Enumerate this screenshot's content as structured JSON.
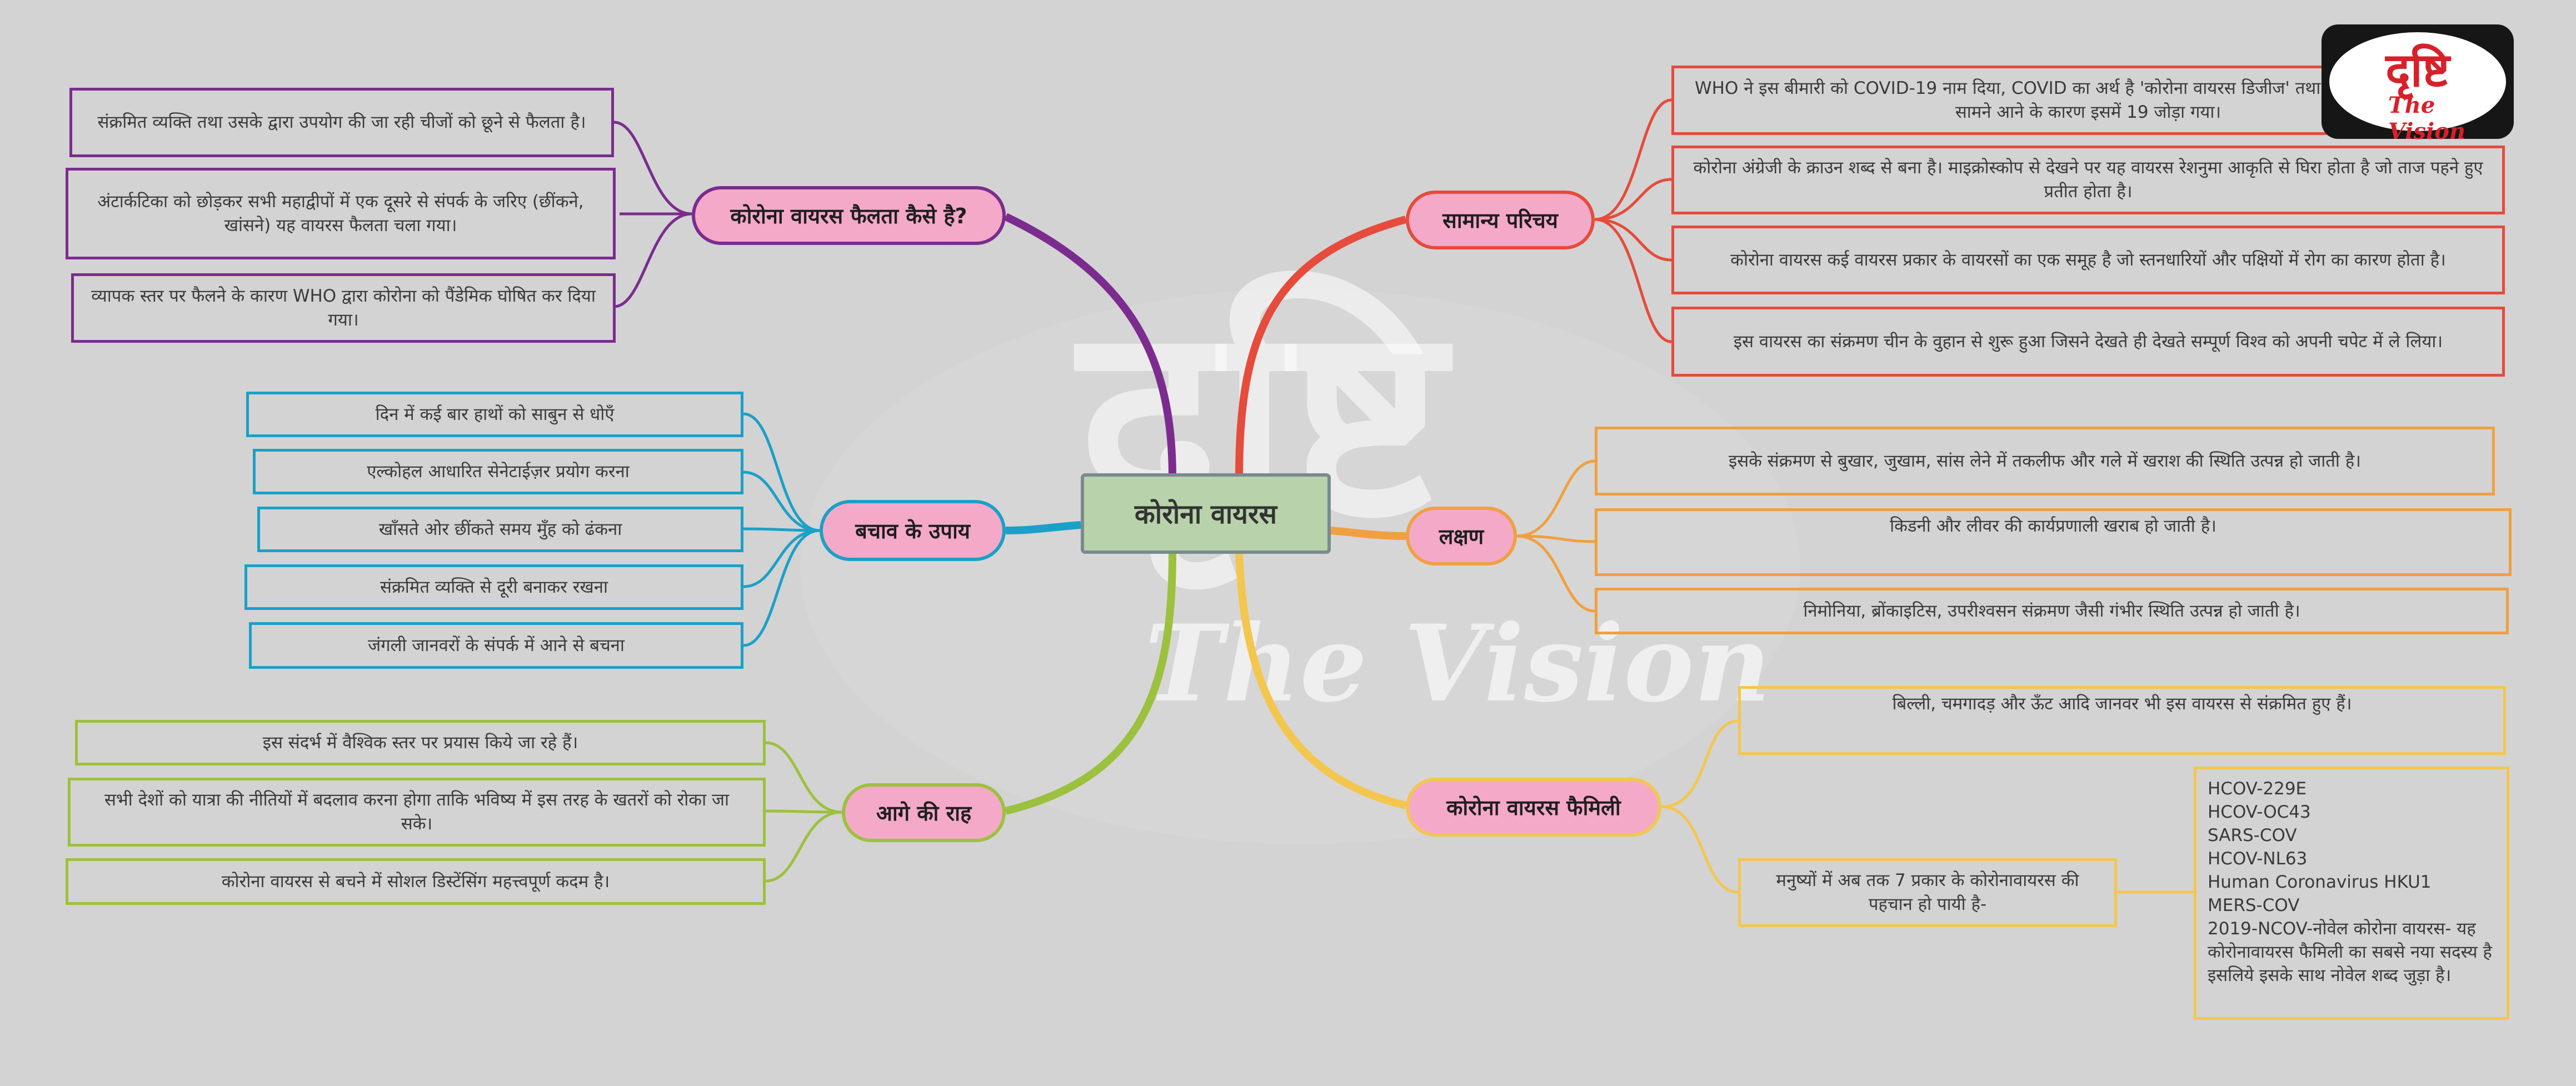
{
  "logo": {
    "title": "दृष्टि",
    "subtitle": "The Vision"
  },
  "watermark": {
    "hindi": "दृष्टि",
    "english": "The Vision"
  },
  "colors": {
    "purple": "#7b2c8e",
    "cyan": "#1ba0c7",
    "green": "#9cc13e",
    "red": "#e64b3b",
    "orange": "#f0a040",
    "yellow": "#f3c64e",
    "pill_fill": "#f4a9c9",
    "center_fill": "#b8d3ab"
  },
  "center": {
    "label": "कोरोना वायरस"
  },
  "branches": {
    "spread": {
      "label": "कोरोना वायरस फैलता कैसे है?",
      "items": [
        "संक्रमित व्यक्ति तथा उसके द्वारा उपयोग की जा रही चीजों को छूने से फैलता है।",
        "अंटार्कटिका को छोड़कर सभी महाद्वीपों में एक दूसरे से संपर्क के जरिए (छींकने, खांसने) यह वायरस फैलता चला गया।",
        "व्यापक स्तर पर फैलने के कारण WHO द्वारा कोरोना को पैंडेमिक घोषित कर दिया गया।"
      ]
    },
    "prevention": {
      "label": "बचाव के उपाय",
      "items": [
        "दिन में कई बार हाथों को साबुन से धोएँ",
        "एल्कोहल आधारित सेनेटाईज़र प्रयोग करना",
        "खाँसते ओर छींकते समय मुँह को ढंकना",
        "संक्रमित व्यक्ति से दूरी बनाकर रखना",
        "जंगली जानवरों के संपर्क में आने से बचना"
      ]
    },
    "way_forward": {
      "label": "आगे की राह",
      "items": [
        "इस संदर्भ में वैश्विक स्तर पर प्रयास किये जा रहे हैं।",
        "सभी देशों को यात्रा की नीतियों में बदलाव करना होगा ताकि भविष्य में इस तरह के खतरों को रोका जा सके।",
        "कोरोना वायरस से बचने में सोशल डिस्टेंसिंग महत्त्वपूर्ण कदम है।"
      ]
    },
    "intro": {
      "label": "सामान्य परिचय",
      "items": [
        "WHO ने इस बीमारी को COVID-19 नाम दिया, COVID का अर्थ है 'कोरोना वायरस डिजीज' तथा वर्ष 2019 में पहला केस सामने आने के कारण इसमें 19 जोड़ा गया।",
        "कोरोना अंग्रेजी के क्राउन शब्द से बना है। माइक्रोस्कोप से देखने पर यह वायरस रेशनुमा आकृति से घिरा होता है जो ताज पहने हुए प्रतीत होता है।",
        "कोरोना वायरस कई वायरस प्रकार के वायरसों का एक समूह है जो स्तनधारियों और पक्षियों में रोग का कारण होता है।",
        "इस वायरस का संक्रमण चीन के वुहान से शुरू हुआ जिसने देखते ही देखते सम्पूर्ण विश्व को अपनी चपेट में ले लिया।"
      ]
    },
    "symptoms": {
      "label": "लक्षण",
      "items": [
        "इसके संक्रमण से बुखार, जुखाम, सांस लेने में तकलीफ और गले में खराश की स्थिति उत्पन्न हो जाती है।",
        "किडनी और लीवर की कार्यप्रणाली खराब हो जाती है।",
        "निमोनिया, ब्रोंकाइटिस, उपरीश्वसन संक्रमण जैसी गंभीर स्थिति उत्पन्न हो जाती है।"
      ]
    },
    "family": {
      "label": "कोरोना वायरस फैमिली",
      "animals": "बिल्ली, चमगादड़ और ऊँट आदि जानवर भी इस वायरस से संक्रमित हुए हैं।",
      "humans": "मनुष्यों में अब तक 7 प्रकार के कोरोनावायरस की पहचान हो पायी है-",
      "types": [
        "HCOV-229E",
        "HCOV-OC43",
        "SARS-COV",
        "HCOV-NL63",
        "Human Coronavirus HKU1",
        "MERS-COV",
        "2019-NCOV-नोवेल कोरोना वायरस- यह कोरोनावायरस फैमिली का सबसे नया सदस्य है इसलिये इसके साथ नोवेल शब्द जुड़ा है।"
      ]
    }
  }
}
